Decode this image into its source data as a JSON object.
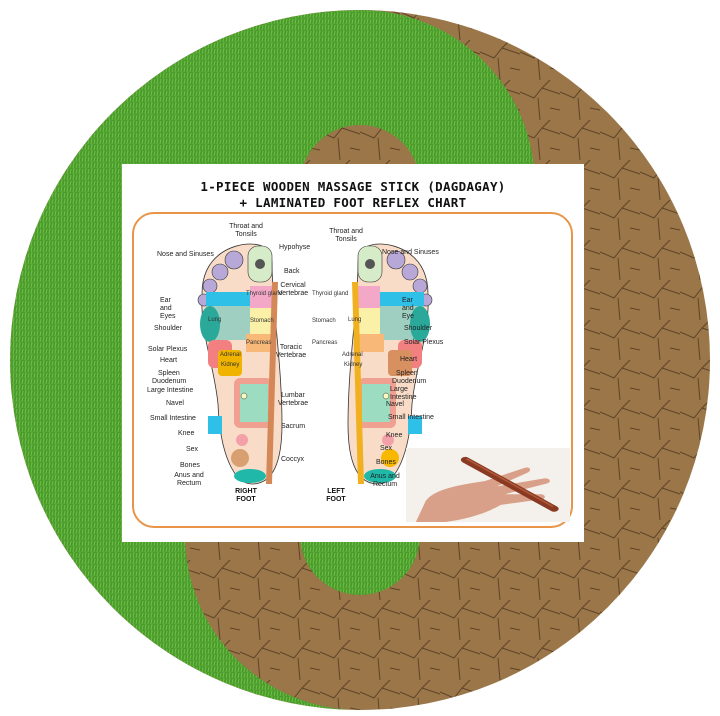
{
  "title_line1": "1-PIECE WOODEN MASSAGE STICK (DAGDAGAY)",
  "title_line2": "+ LAMINATED FOOT REFLEX CHART",
  "colors": {
    "grass": "#4a9a2e",
    "soil": "#9a7648",
    "frame": "#e8954a",
    "stick": "#8a3a22"
  },
  "right_foot": {
    "caption": "RIGHT FOOT",
    "labels": [
      "Nose and Sinuses",
      "Ear and Eyes",
      "Shoulder",
      "Solar Plexus",
      "Heart",
      "Spleen",
      "Duodenum",
      "Large Intestine",
      "Navel",
      "Small Intestine",
      "Knee",
      "Sex",
      "Bones",
      "Anus and Rectum"
    ],
    "throat": "Throat and Tonsils"
  },
  "center_labels": [
    "Hypohyse",
    "Back",
    "Cervical Vertebrae",
    "Toracic Vertebrae",
    "Lumbar Vertebrae",
    "Sacrum",
    "Coccyx"
  ],
  "left_foot": {
    "caption": "LEFT FOOT",
    "labels": [
      "Nose and Sinuses",
      "Ear and Eye",
      "Shoulder",
      "Solar Plexus",
      "Heart",
      "Spleen",
      "Duodenum",
      "Large Intestine",
      "Navel",
      "Small Intestine",
      "Knee",
      "Sex",
      "Bones",
      "Anus and Rectum"
    ],
    "throat": "Throat and Tonsils"
  },
  "organs": {
    "lung": "Lung",
    "thyroid": "Thyroid gland",
    "stomach": "Stomach",
    "pancreas": "Pancreas",
    "adrenal": "Adrenal",
    "kidney": "Kidney"
  }
}
